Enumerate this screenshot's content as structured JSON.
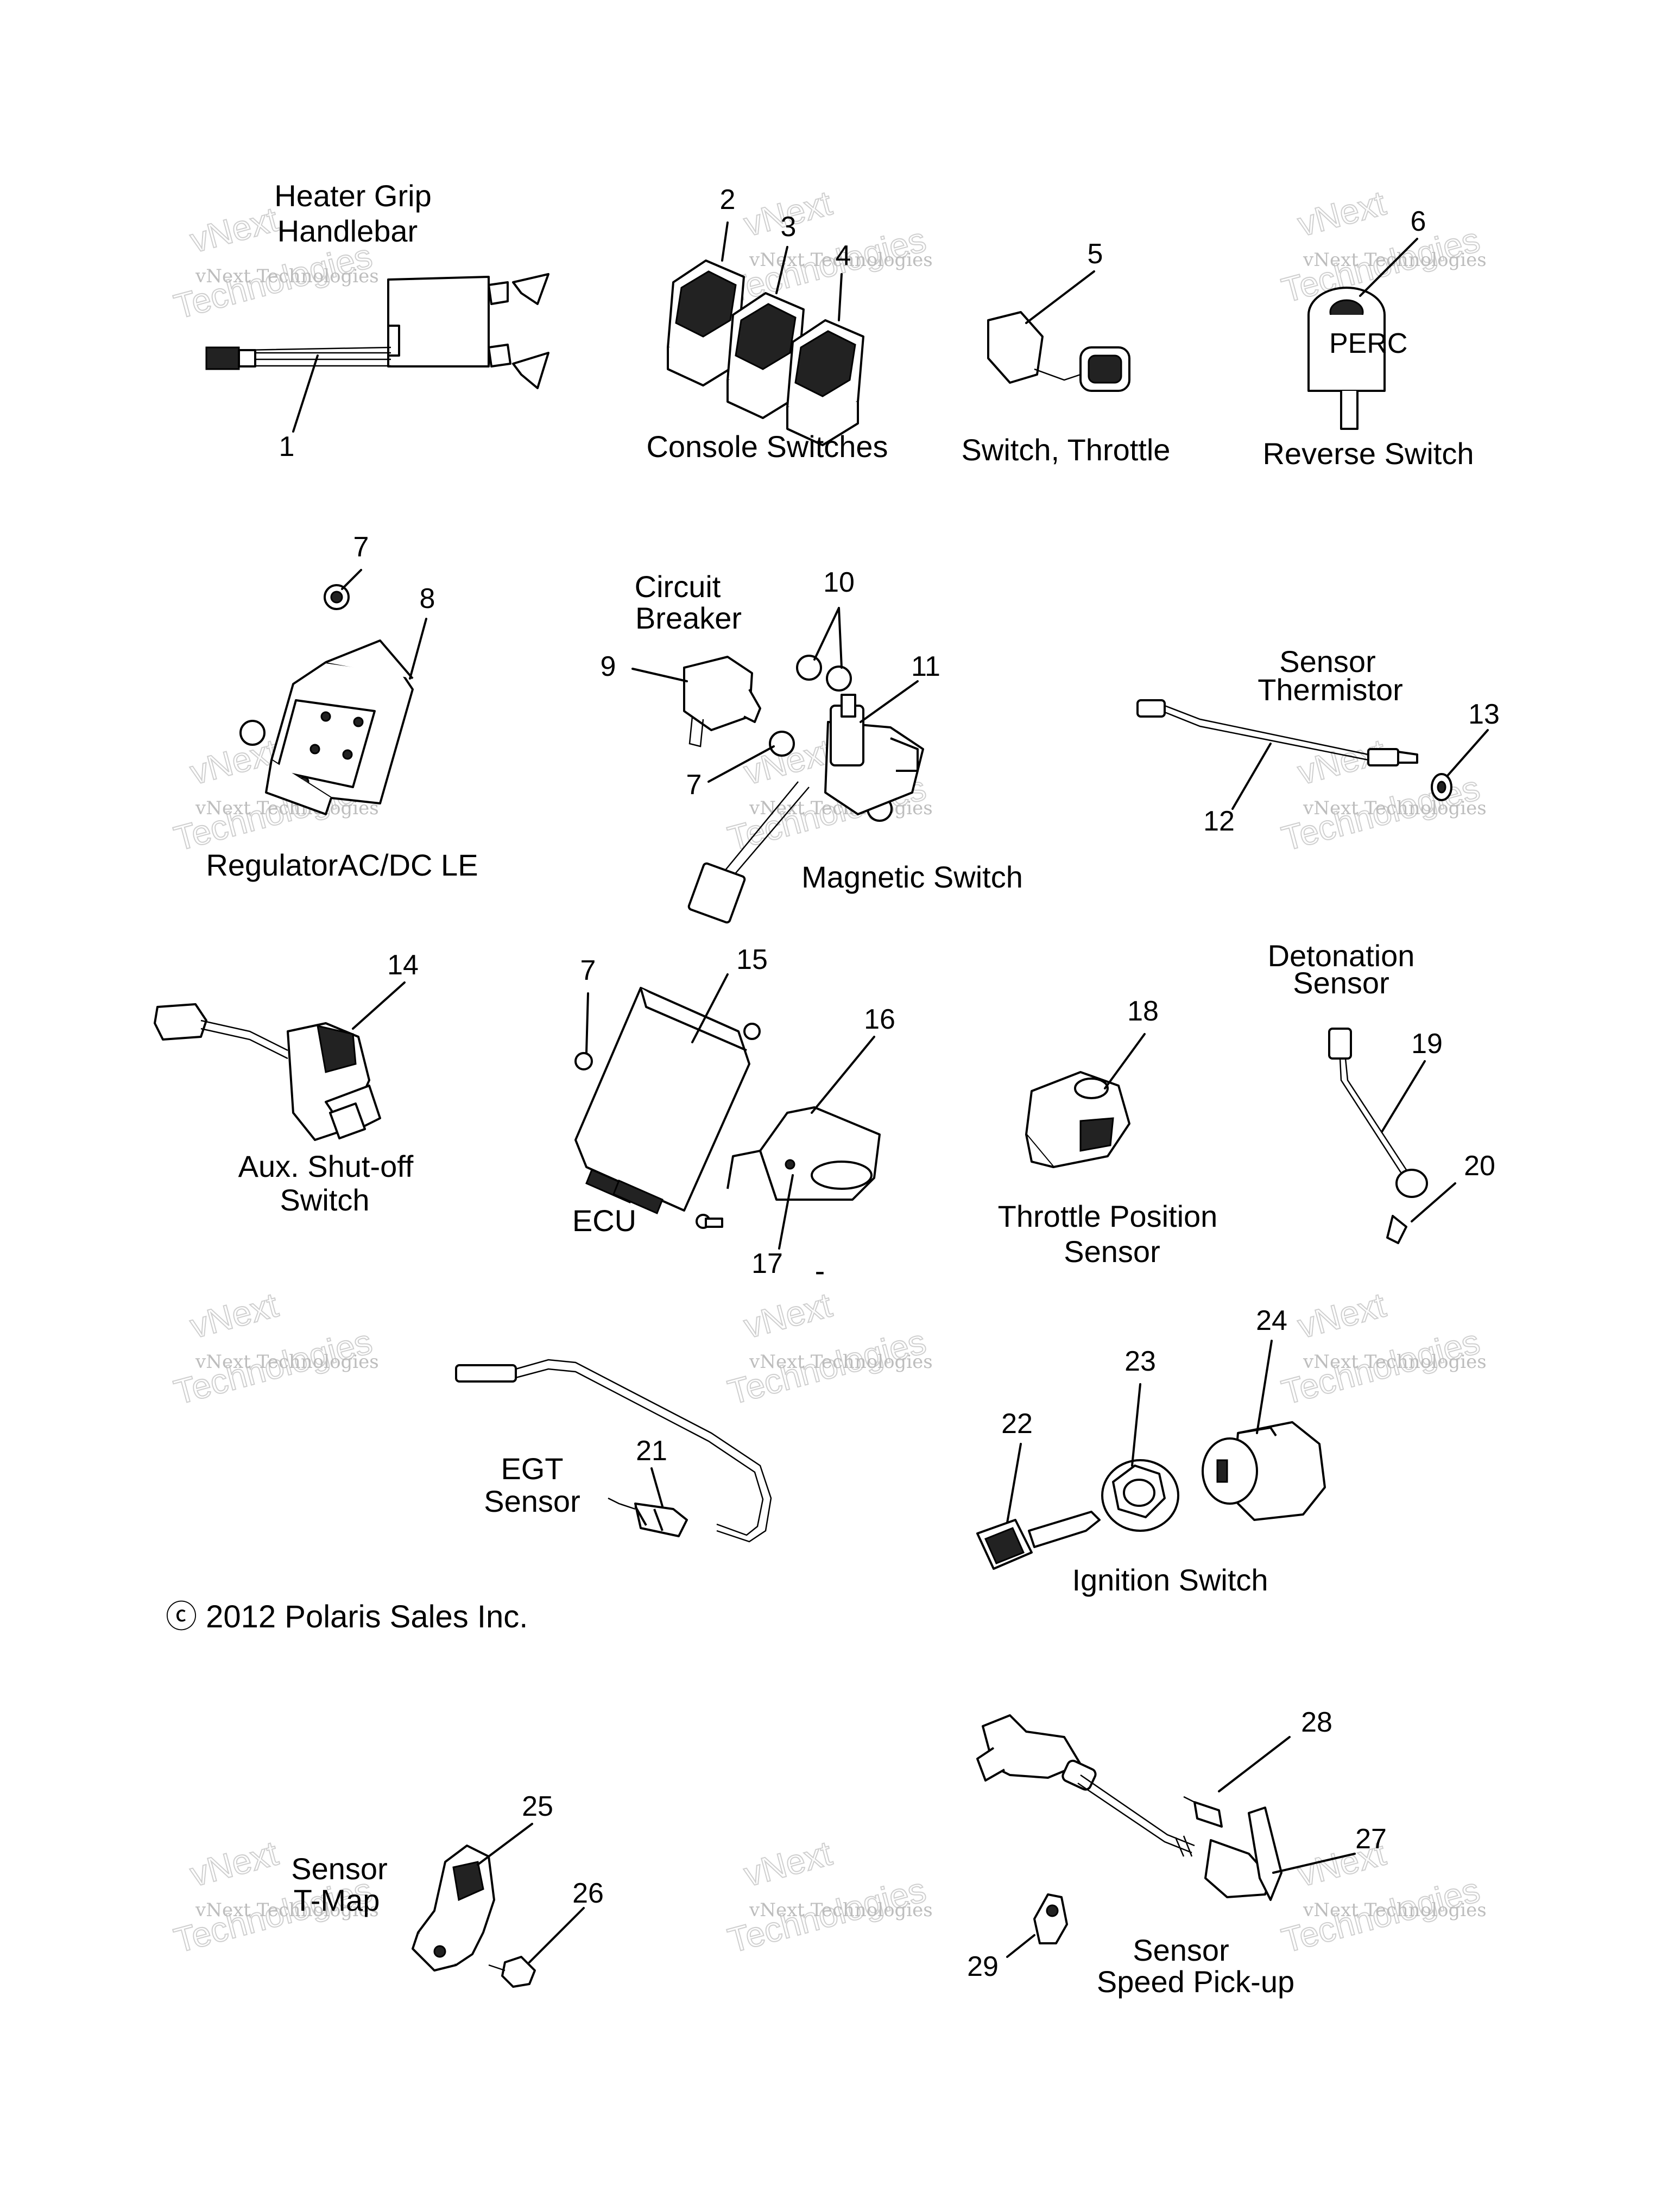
{
  "labels": {
    "heater_grip_1": "Heater Grip",
    "heater_grip_2": "Handlebar",
    "console_switches": "Console Switches",
    "switch_throttle": "Switch, Throttle",
    "reverse_switch": "Reverse Switch",
    "perc": "PERC",
    "circuit_breaker_1": "Circuit",
    "circuit_breaker_2": "Breaker",
    "sensor_thermistor_1": "Sensor",
    "sensor_thermistor_2": "Thermistor",
    "regulator": "RegulatorAC/DC LE",
    "magnetic_switch": "Magnetic Switch",
    "detonation_sensor_1": "Detonation",
    "detonation_sensor_2": "Sensor",
    "aux_shutoff_1": "Aux. Shut-off",
    "aux_shutoff_2": "Switch",
    "ecu": "ECU",
    "tps_1": "Throttle Position",
    "tps_2": "Sensor",
    "egt_1": "EGT",
    "egt_2": "Sensor",
    "ignition_switch": "Ignition Switch",
    "copyright": "ⓒ 2012 Polaris Sales Inc.",
    "tmap_1": "Sensor",
    "tmap_2": "T-Map",
    "speed_1": "Sensor",
    "speed_2": "Speed Pick-up",
    "dash_mark": "-"
  },
  "callouts": [
    "1",
    "2",
    "3",
    "4",
    "5",
    "6",
    "7",
    "8",
    "9",
    "10",
    "7",
    "11",
    "12",
    "13",
    "14",
    "7",
    "15",
    "16",
    "17",
    "18",
    "19",
    "20",
    "21",
    "22",
    "23",
    "24",
    "25",
    "26",
    "27",
    "28",
    "29"
  ],
  "watermark": {
    "small": "vNext Technologies",
    "big_1": "vNext",
    "big_2": "Technologies"
  }
}
